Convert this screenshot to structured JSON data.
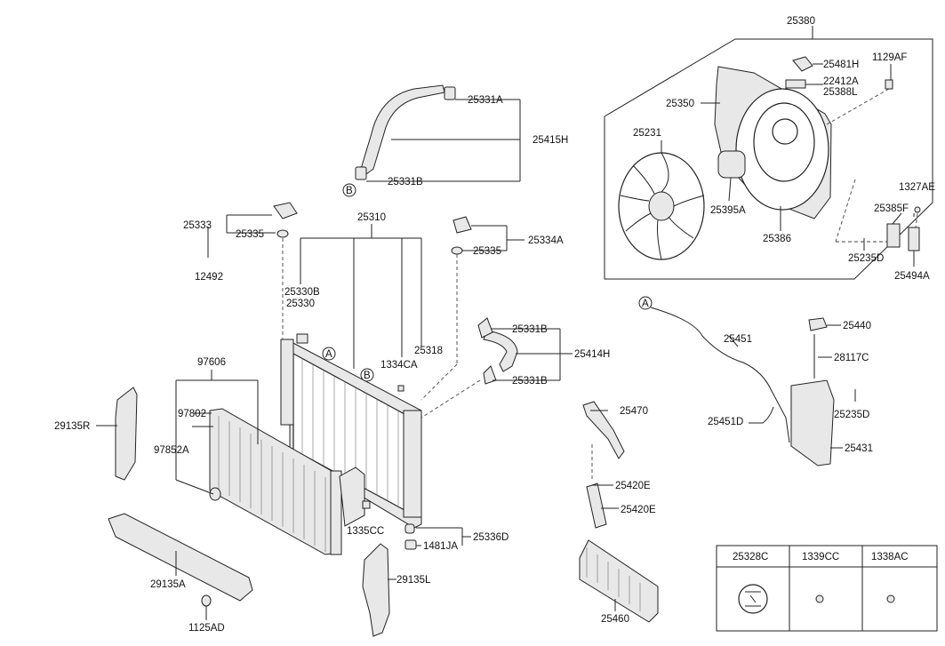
{
  "labels": {
    "l25380": "25380",
    "l25481H": "25481H",
    "l1129AF": "1129AF",
    "l22412A": "22412A",
    "l25388L": "25388L",
    "l25350": "25350",
    "l25231": "25231",
    "l1327AE": "1327AE",
    "l25385F": "25385F",
    "l25395A": "25395A",
    "l25386": "25386",
    "l25235D_a": "25235D",
    "l25494A": "25494A",
    "l25331A": "25331A",
    "l25415H": "25415H",
    "l25331B_a": "25331B",
    "lB_a": "B",
    "l25333": "25333",
    "l25335_a": "25335",
    "l12492": "12492",
    "l25310": "25310",
    "l25334A": "25334A",
    "l25335_b": "25335",
    "l25330B": "25330B",
    "l25330": "25330",
    "lA_a": "A",
    "l25318": "25318",
    "l1334CA": "1334CA",
    "lB_b": "B",
    "l97606": "97606",
    "l25331B_b": "25331B",
    "l25414H": "25414H",
    "l25331B_c": "25331B",
    "l29135R": "29135R",
    "l97802": "97802",
    "l97852A": "97852A",
    "l25470": "25470",
    "l1335CC": "1335CC",
    "l1481JA": "1481JA",
    "l25336D": "25336D",
    "l29135A": "29135A",
    "l29135L": "29135L",
    "l1125AD": "1125AD",
    "l25420E_a": "25420E",
    "l25420E_b": "25420E",
    "l25460": "25460",
    "lA_b": "A",
    "l25440": "25440",
    "l25451": "25451",
    "l28117C": "28117C",
    "l25451D": "25451D",
    "l25235D_b": "25235D",
    "l25431": "25431"
  },
  "legend_table": {
    "headers": [
      "25328C",
      "1339CC",
      "1338AC"
    ]
  }
}
